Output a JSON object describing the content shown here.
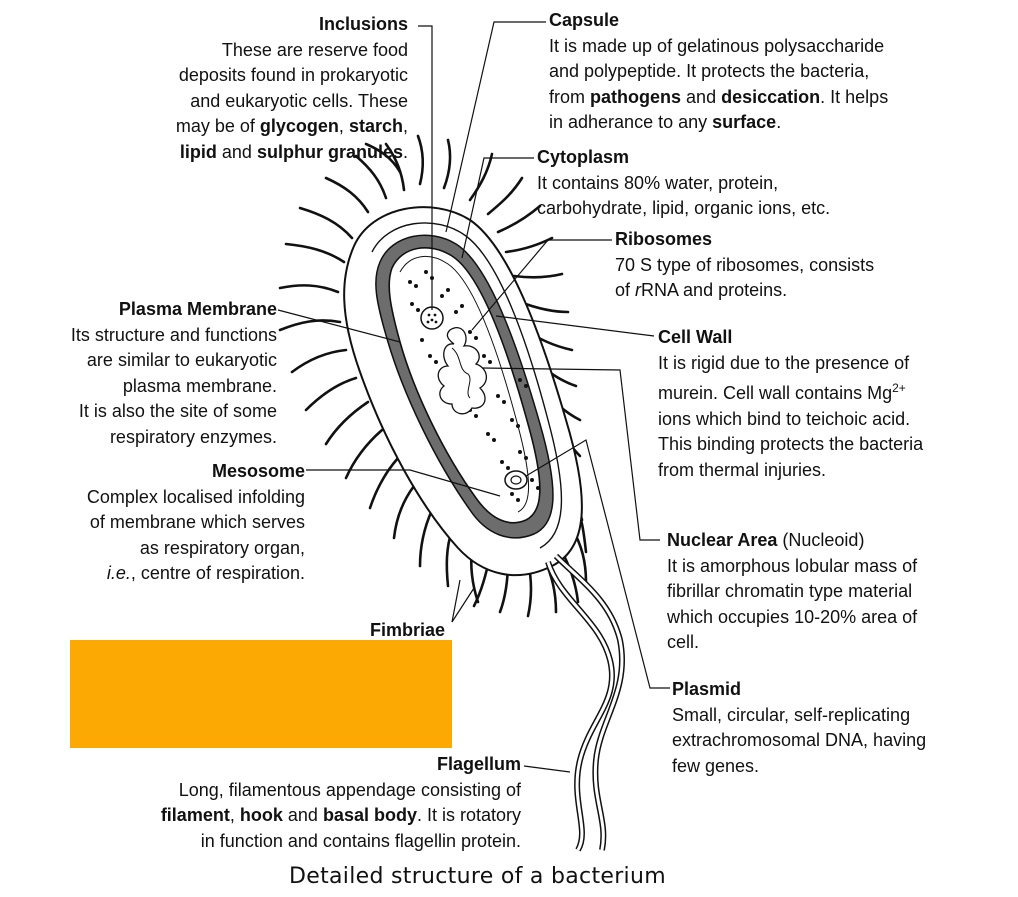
{
  "diagram": {
    "caption": "Detailed structure of a bacterium",
    "labels": {
      "inclusions": {
        "title": "Inclusions",
        "t1": "These are reserve food",
        "t2": "deposits found in prokaryotic",
        "t3": "and eukaryotic cells. These",
        "t4": "may be of",
        "glycogen": "glycogen",
        "comma": ",",
        "starch": "starch",
        "comma2": ",",
        "lipid": "lipid",
        "and": "and",
        "sulphur": "sulphur granules",
        "period": "."
      },
      "capsule": {
        "title": "Capsule",
        "t1": "It is made up of gelatinous polysaccharide",
        "t2": "and polypeptide. It protects the bacteria,",
        "t3a": "from",
        "pathogens": "pathogens",
        "t3b": "and",
        "desiccation": "desiccation",
        "t3c": ". It helps",
        "t4a": "in adherance to any",
        "surface": "surface",
        "t4b": "."
      },
      "cytoplasm": {
        "title": "Cytoplasm",
        "t1": "It contains 80% water, protein,",
        "t2": "carbohydrate, lipid, organic ions, etc."
      },
      "ribosomes": {
        "title": "Ribosomes",
        "t1": "70 S type of ribosomes, consists",
        "t2a": "of",
        "r": "r",
        "t2b": "RNA and proteins."
      },
      "plasma_membrane": {
        "title": "Plasma Membrane",
        "t1": "Its structure and functions",
        "t2": "are similar to eukaryotic",
        "t3": "plasma membrane.",
        "t4": "It is also the site of some",
        "t5": "respiratory enzymes."
      },
      "cell_wall": {
        "title": "Cell Wall",
        "t1": "It is rigid due to the  presence of",
        "t2a": "murein. Cell wall contains Mg",
        "sup": "2+",
        "t3": "ions which bind to teichoic acid.",
        "t4": "This binding protects the bacteria",
        "t5": "from thermal injuries."
      },
      "mesosome": {
        "title": "Mesosome",
        "t1": "Complex localised infolding",
        "t2": "of membrane which serves",
        "t3": "as respiratory organ,",
        "ie": "i.e.",
        "t4": ", centre of respiration."
      },
      "nuclear_area": {
        "title": "Nuclear Area",
        "paren": "(Nucleoid)",
        "t1": "It is amorphous lobular mass of",
        "t2": "fibrillar chromatin type material",
        "t3": "which occupies 10-20% area of",
        "t4": "cell."
      },
      "fimbriae": {
        "title": "Fimbriae"
      },
      "plasmid": {
        "title": "Plasmid",
        "t1": "Small, circular, self-replicating",
        "t2": "extrachromosomal DNA, having",
        "t3": "few genes."
      },
      "flagellum": {
        "title": "Flagellum",
        "t1": "Long, filamentous appendage consisting of",
        "filament": "filament",
        "c1": ",",
        "hook": "hook",
        "and1": "and",
        "basal": "basal body",
        "t2b": ". It is rotatory",
        "t3": "in function and contains flagellin protein."
      }
    },
    "colors": {
      "ink": "#111111",
      "cell_wall": "#6d6d6d",
      "capsule_fill": "#ffffff",
      "redaction": "#fca903"
    }
  }
}
